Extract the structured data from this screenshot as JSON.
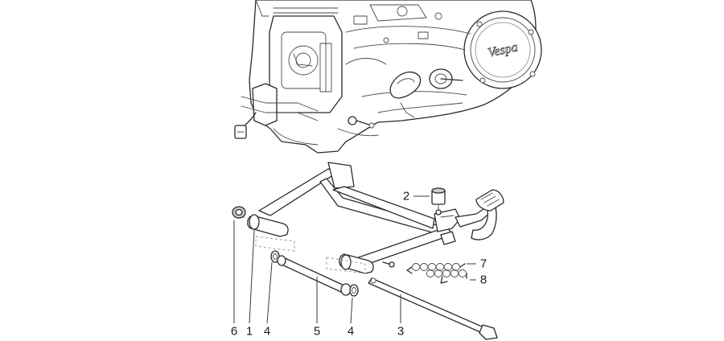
{
  "diagram": {
    "callouts": [
      {
        "id": "2",
        "label": "2"
      },
      {
        "id": "7",
        "label": "7"
      },
      {
        "id": "8",
        "label": "8"
      },
      {
        "id": "6",
        "label": "6"
      },
      {
        "id": "1",
        "label": "1"
      },
      {
        "id": "4a",
        "label": "4"
      },
      {
        "id": "5",
        "label": "5"
      },
      {
        "id": "4b",
        "label": "4"
      },
      {
        "id": "3",
        "label": "3"
      }
    ],
    "logo_text": "Vespa"
  }
}
